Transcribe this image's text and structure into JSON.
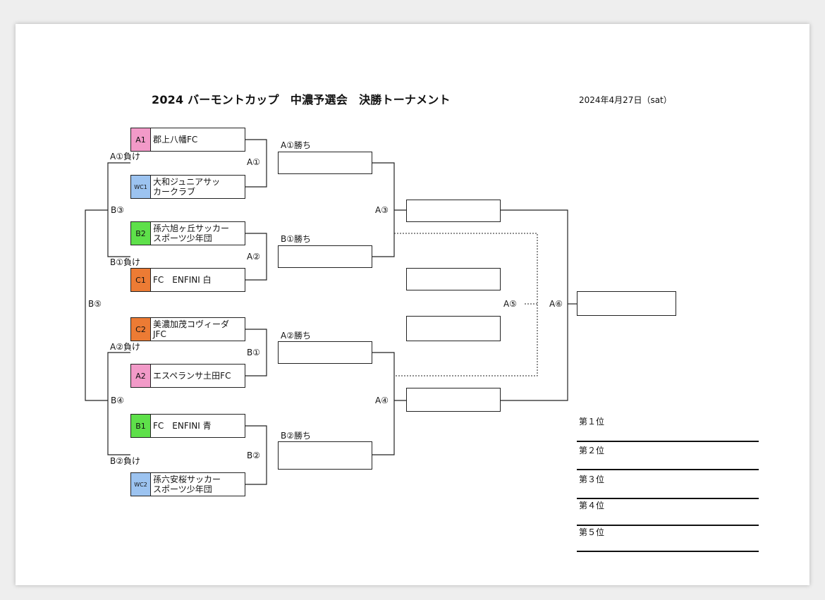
{
  "title": "2024 バーモントカップ　中濃予選会　決勝トーナメント",
  "date": "2024年4月27日（sat）",
  "teams": [
    {
      "seed": "A1",
      "name": "郡上八幡FC",
      "color": "#f29ac8"
    },
    {
      "seed": "WC1",
      "name": "大和ジュニアサッ\nカークラブ",
      "color": "#9cc3f0"
    },
    {
      "seed": "B2",
      "name": "孫六旭ヶ丘サッカー\nスポーツ少年団",
      "color": "#5ee04a"
    },
    {
      "seed": "C1",
      "name": "FC　ENFINI 白",
      "color": "#ec7b34"
    },
    {
      "seed": "C2",
      "name": "美濃加茂コヴィーダ\nJFC",
      "color": "#ec7b34"
    },
    {
      "seed": "A2",
      "name": "エスペランサ土田FC",
      "color": "#f29ac8"
    },
    {
      "seed": "B1",
      "name": "FC　ENFINI 青",
      "color": "#5ee04a"
    },
    {
      "seed": "WC2",
      "name": "孫六安桜サッカー\nスポーツ少年団",
      "color": "#9cc3f0"
    }
  ],
  "labels": {
    "a1_lose": "A①負け",
    "b1_lose": "B①負け",
    "a2_lose": "A②負け",
    "b2_lose": "B②負け",
    "b3": "B③",
    "b4": "B④",
    "b5": "B⑤",
    "a1": "A①",
    "a2": "A②",
    "b1": "B①",
    "b2": "B②",
    "a1_win": "A①勝ち",
    "b1_win": "B①勝ち",
    "a2_win": "A②勝ち",
    "b2_win": "B②勝ち",
    "a3": "A③",
    "a4": "A④",
    "a5": "A⑤",
    "a6": "A⑥"
  },
  "rankings": [
    "第１位",
    "第２位",
    "第３位",
    "第４位",
    "第５位"
  ]
}
